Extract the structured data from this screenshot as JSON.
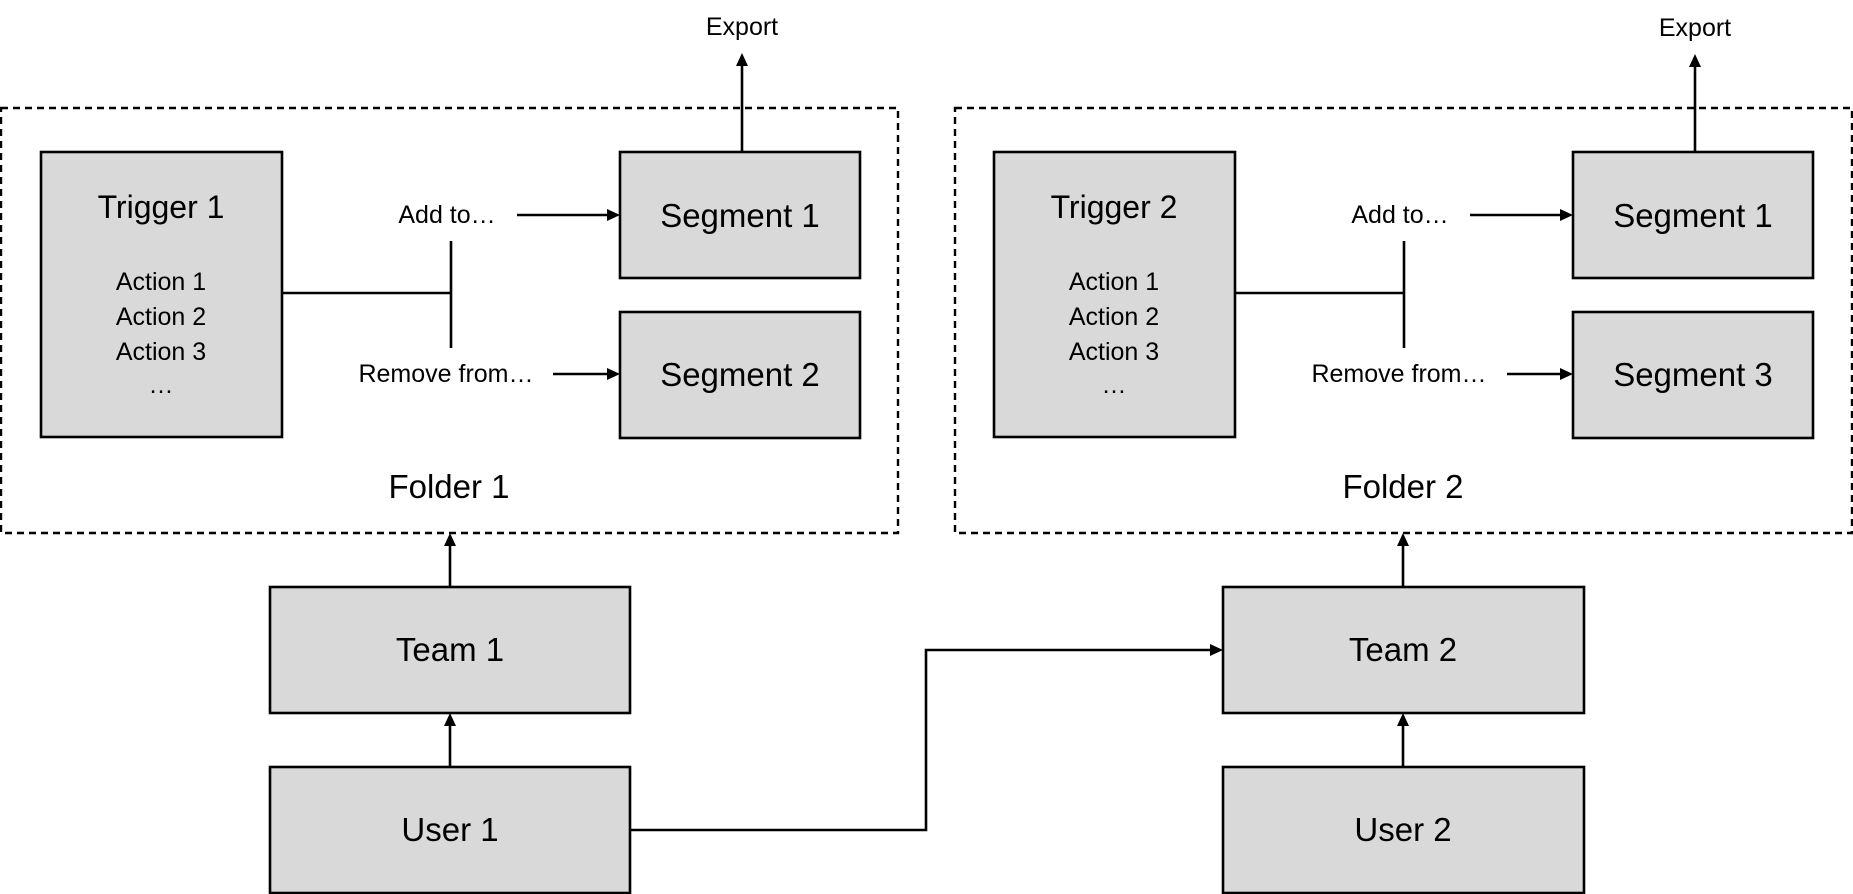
{
  "folders": [
    {
      "label": "Folder 1",
      "trigger": {
        "title": "Trigger 1",
        "actions": [
          "Action 1",
          "Action 2",
          "Action 3",
          "…"
        ]
      },
      "add_label": "Add to…",
      "remove_label": "Remove from…",
      "segment_add": "Segment 1",
      "segment_remove": "Segment 2",
      "export_label": "Export"
    },
    {
      "label": "Folder 2",
      "trigger": {
        "title": "Trigger 2",
        "actions": [
          "Action 1",
          "Action 2",
          "Action 3",
          "…"
        ]
      },
      "add_label": "Add to…",
      "remove_label": "Remove from…",
      "segment_add": "Segment 1",
      "segment_remove": "Segment 3",
      "export_label": "Export"
    }
  ],
  "teams": [
    "Team 1",
    "Team 2"
  ],
  "users": [
    "User 1",
    "User 2"
  ],
  "colors": {
    "box_fill": "#d9d9d9",
    "stroke": "#000000",
    "background": "#ffffff"
  }
}
